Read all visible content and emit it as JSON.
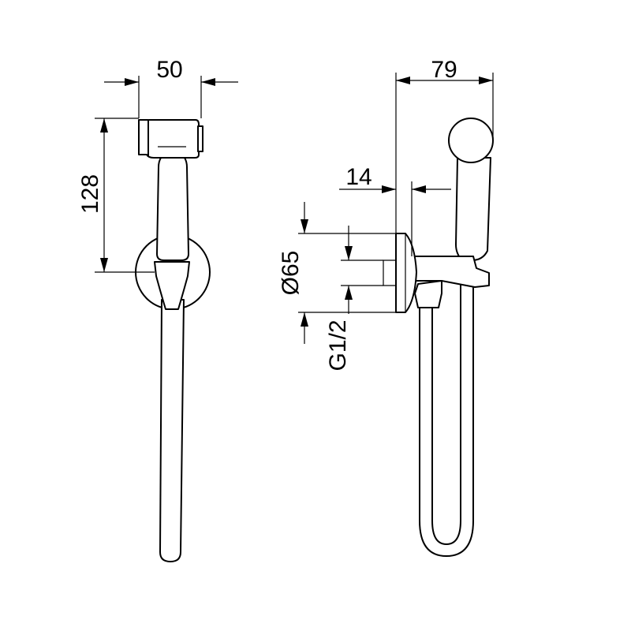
{
  "dimensions": {
    "width_label": "50",
    "depth_label": "79",
    "offset_label": "14",
    "height_label": "128",
    "rosette_label": "Ø65",
    "thread_label": "G1/2"
  }
}
